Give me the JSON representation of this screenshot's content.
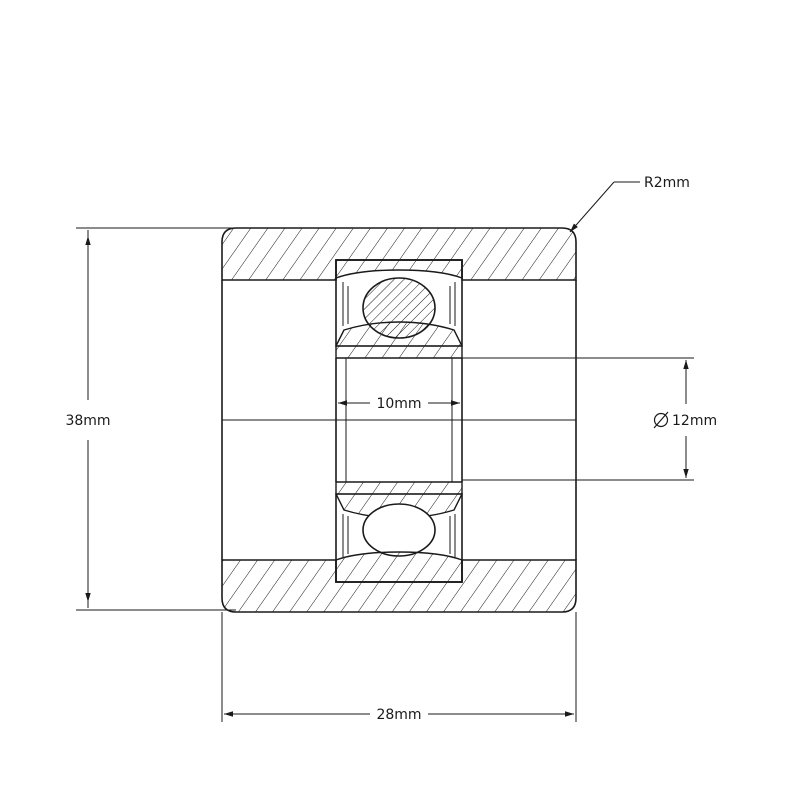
{
  "dimensions": {
    "height_label": "38mm",
    "width_label": "28mm",
    "bore_label": "10mm",
    "diameter_value": "12mm",
    "radius_label": "R2mm"
  },
  "colors": {
    "line": "#1a1a1a",
    "background": "#ffffff"
  }
}
